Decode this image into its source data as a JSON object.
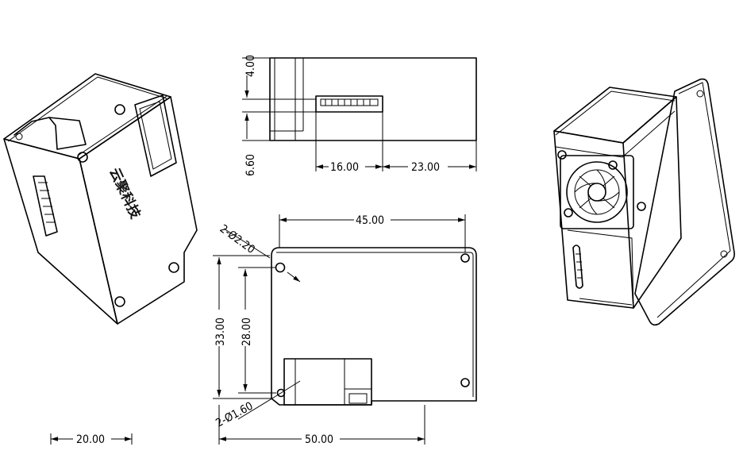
{
  "dimensions": {
    "top_height_upper": "4.00",
    "top_height_lower": "6.60",
    "top_connector_width": "16.00",
    "top_offset": "23.00",
    "front_width_inner": "45.00",
    "front_height_outer": "33.00",
    "front_height_inner": "28.00",
    "front_width_outer": "50.00",
    "hole_large": "2-Ø2.20",
    "hole_small": "2-Ø1.60",
    "side_depth": "20.00"
  },
  "brand_text": "云聚科技"
}
